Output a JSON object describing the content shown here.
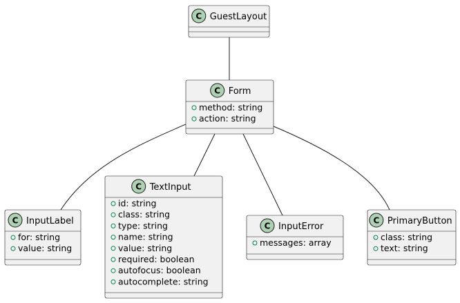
{
  "diagram": {
    "type": "uml-class",
    "badge_letter": "C",
    "visibility_symbol": "public",
    "classes": [
      {
        "id": "GuestLayout",
        "name": "GuestLayout",
        "attributes": []
      },
      {
        "id": "Form",
        "name": "Form",
        "attributes": [
          "method: string",
          "action: string"
        ]
      },
      {
        "id": "InputLabel",
        "name": "InputLabel",
        "attributes": [
          "for: string",
          "value: string"
        ]
      },
      {
        "id": "TextInput",
        "name": "TextInput",
        "attributes": [
          "id: string",
          "class: string",
          "type: string",
          "name: string",
          "value: string",
          "required: boolean",
          "autofocus: boolean",
          "autocomplete: string"
        ]
      },
      {
        "id": "InputError",
        "name": "InputError",
        "attributes": [
          "messages: array"
        ]
      },
      {
        "id": "PrimaryButton",
        "name": "PrimaryButton",
        "attributes": [
          "class: string",
          "text: string"
        ]
      }
    ],
    "relations": [
      {
        "from": "GuestLayout",
        "to": "Form"
      },
      {
        "from": "Form",
        "to": "InputLabel"
      },
      {
        "from": "Form",
        "to": "TextInput"
      },
      {
        "from": "Form",
        "to": "InputError"
      },
      {
        "from": "Form",
        "to": "PrimaryButton"
      }
    ],
    "colors": {
      "box_fill": "#f1f1f1",
      "box_stroke": "#181818",
      "badge_fill": "#add1b2",
      "public_marker": "#038048"
    }
  }
}
